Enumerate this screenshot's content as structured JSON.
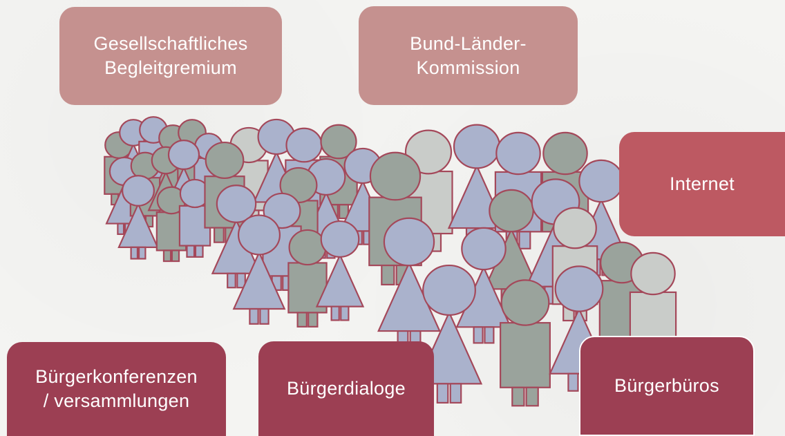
{
  "boxes": {
    "gremium": [
      "Gesellschaftliches",
      "Begleitgremium"
    ],
    "kommission": [
      "Bund-Länder-",
      "Kommission"
    ],
    "internet": [
      "Internet"
    ],
    "konferenzen": [
      "Bürgerkonferenzen",
      "/ versammlungen"
    ],
    "dialoge": [
      "Bürgerdialoge"
    ],
    "bueros": [
      "Bürgerbüros"
    ]
  },
  "colors": {
    "figure_blue": "#aab2cc",
    "figure_gray": "#9aa39c",
    "figure_silver": "#c9ccc9",
    "figure_outline": "#a4485a",
    "box_light": "#c5918f",
    "box_mid": "#bd5962",
    "box_dark": "#9c3f53"
  }
}
